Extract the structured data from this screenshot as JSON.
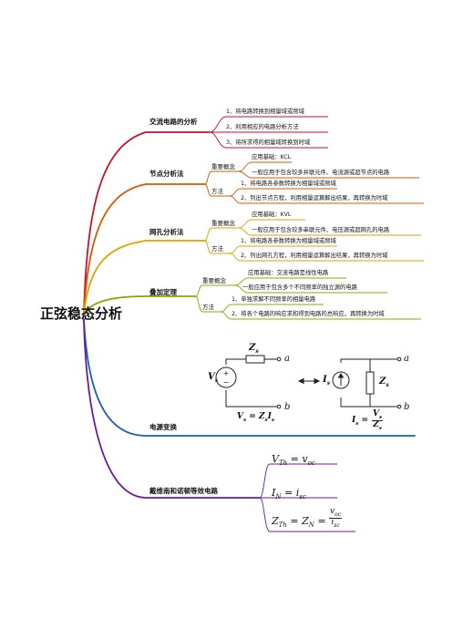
{
  "root": {
    "label": "正弦稳态分析"
  },
  "branches": [
    {
      "label": "交流电路的分析",
      "color": "#c8102e",
      "items": [
        "1、将电路转换到相量域或频域",
        "2、利用相应的电路分析方法",
        "3、将所求得的相量域转换到时域"
      ]
    },
    {
      "label": "节点分析法",
      "color": "#d45a00",
      "concept_label": "重要概念",
      "concepts": [
        "应用基础：KCL",
        "一般应用于包含较多并联元件、电流源或超节点的电路"
      ],
      "method_label": "方法",
      "methods": [
        "1、将电路各参数转换为相量域或频域",
        "2、列出节点方程，利用相量运算解出结果，再转换为时域"
      ]
    },
    {
      "label": "网孔分析法",
      "color": "#e6a000",
      "concept_label": "重要概念",
      "concepts": [
        "应用基础：KVL",
        "一般应用于包含较多串联元件、电压源或超网孔的电路"
      ],
      "method_label": "方法",
      "methods": [
        "1、将电路各参数转换为相量域或频域",
        "2、列出网孔方程，利用相量运算解出结果，再转换为时域"
      ]
    },
    {
      "label": "叠加定理",
      "color": "#8aa800",
      "concept_label": "重要概念",
      "concepts": [
        "应用基础：交流电路是线性电路",
        "一般应用于包含多个不同频率的独立源的电路"
      ],
      "method_label": "方法",
      "methods": [
        "1、单独求解不同频率的相量电路",
        "2、将各个电路的响应求和得到电路的总响应，再转换为时域"
      ]
    },
    {
      "label": "电源变换",
      "color": "#1a5fb4"
    },
    {
      "label": "戴维南和诺顿等效电路",
      "color": "#6a1b9a"
    }
  ],
  "source_transform": {
    "left": {
      "z": "Z",
      "z_sub": "s",
      "term_a": "a",
      "term_b": "b",
      "v": "V",
      "v_sub": "s",
      "eq_lhs": "V",
      "eq_lhs_sub": "s",
      "eq_rhs1": "Z",
      "eq_rhs1_sub": "s",
      "eq_rhs2": "I",
      "eq_rhs2_sub": "s"
    },
    "right": {
      "i": "I",
      "i_sub": "s",
      "z": "Z",
      "z_sub": "s",
      "term_a": "a",
      "term_b": "b",
      "eq_lhs": "I",
      "eq_lhs_sub": "s",
      "eq_num": "V",
      "eq_num_sub": "s",
      "eq_den": "Z",
      "eq_den_sub": "s"
    }
  },
  "equivalents": {
    "eq1": {
      "lhs": "V",
      "lhs_sub": "Th",
      "rhs": "v",
      "rhs_sub": "oc"
    },
    "eq2": {
      "lhs": "I",
      "lhs_sub": "N",
      "rhs": "i",
      "rhs_sub": "sc"
    },
    "eq3": {
      "a": "Z",
      "a_sub": "Th",
      "b": "Z",
      "b_sub": "N",
      "num": "v",
      "num_sub": "oc",
      "den": "i",
      "den_sub": "sc"
    }
  }
}
